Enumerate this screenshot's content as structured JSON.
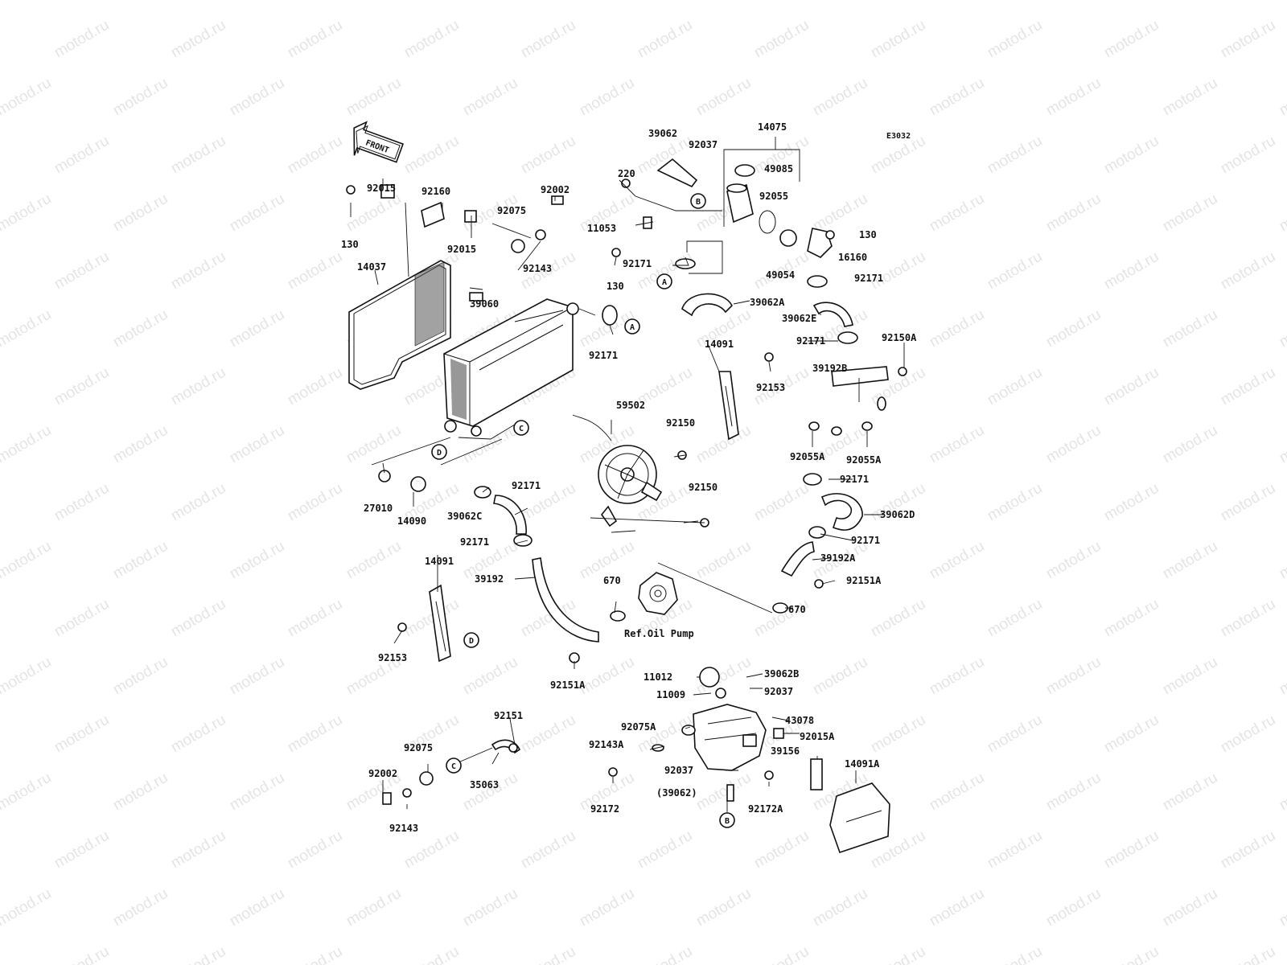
{
  "watermark": "motod.ru",
  "diagram_code": "E3032",
  "front_label": "FRONT",
  "ref_note": "Ref.Oil Pump",
  "callouts": {
    "A": "A",
    "B": "B",
    "C": "C",
    "D": "D"
  },
  "parts": [
    "14075",
    "39062",
    "92037",
    "49085",
    "220",
    "92055",
    "11053",
    "130",
    "16160",
    "92171",
    "49054",
    "39062A",
    "39062E",
    "92150A",
    "14091",
    "92153",
    "39192B",
    "92055A",
    "59502",
    "92150",
    "92015",
    "92160",
    "92002",
    "92075",
    "92143",
    "14037",
    "39060",
    "27010",
    "14090",
    "39062C",
    "39062D",
    "39192A",
    "92151A",
    "670",
    "39192",
    "11012",
    "39062B",
    "11009",
    "92075A",
    "43078",
    "92143A",
    "92015A",
    "39156",
    "14091A",
    "(39062)",
    "92172",
    "92172A",
    "92151",
    "35063"
  ]
}
